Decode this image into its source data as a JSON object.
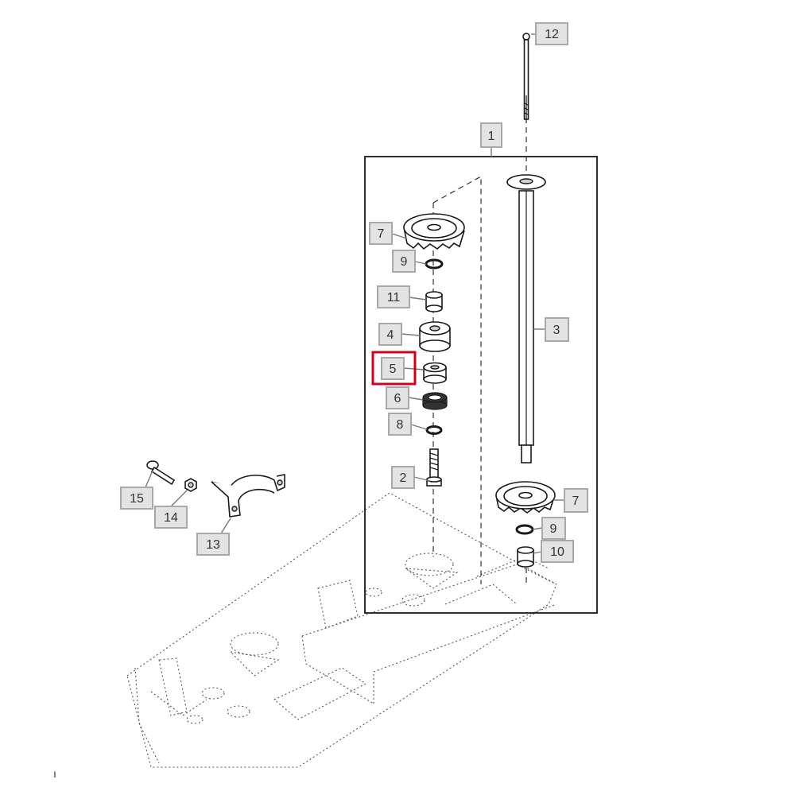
{
  "diagram": {
    "callouts": [
      {
        "id": "c12",
        "text": "12"
      },
      {
        "id": "c1",
        "text": "1"
      },
      {
        "id": "c7a",
        "text": "7"
      },
      {
        "id": "c9a",
        "text": "9"
      },
      {
        "id": "c11",
        "text": "11"
      },
      {
        "id": "c4",
        "text": "4"
      },
      {
        "id": "c5",
        "text": "5"
      },
      {
        "id": "c6",
        "text": "6"
      },
      {
        "id": "c8",
        "text": "8"
      },
      {
        "id": "c2",
        "text": "2"
      },
      {
        "id": "c3",
        "text": "3"
      },
      {
        "id": "c7b",
        "text": "7"
      },
      {
        "id": "c9b",
        "text": "9"
      },
      {
        "id": "c10",
        "text": "10"
      },
      {
        "id": "c15",
        "text": "15"
      },
      {
        "id": "c14",
        "text": "14"
      },
      {
        "id": "c13",
        "text": "13"
      }
    ],
    "highlighted_callout": "5",
    "highlight_color": "#d0021b",
    "label_fill": "#e3e3e3",
    "footer_mark": "ı"
  }
}
